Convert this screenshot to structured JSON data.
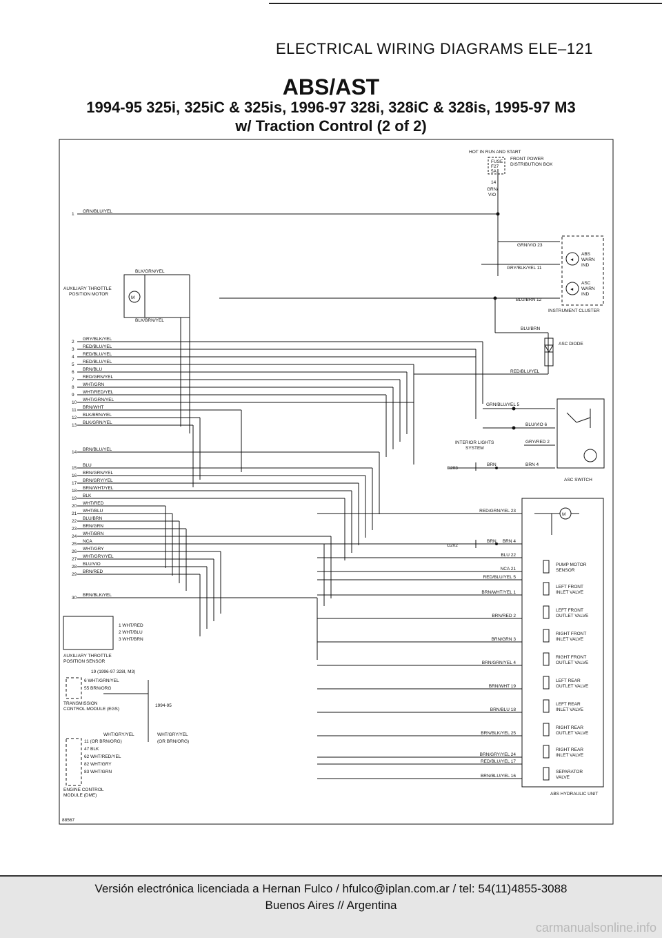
{
  "header": {
    "running_title": "ELECTRICAL WIRING DIAGRAMS ELE–121",
    "title": "ABS/AST",
    "subtitle_line1": "1994-95 325i, 325iC & 325is, 1996-97 328i, 328iC & 328is, 1995-97 M3",
    "subtitle_line2": "w/ Traction Control (2 of 2)"
  },
  "left_wires": [
    {
      "num": "1",
      "color": "GRN/BLU/YEL"
    },
    {
      "num": "2",
      "color": "GRY/BLK/YEL"
    },
    {
      "num": "3",
      "color": "RED/BLU/YEL"
    },
    {
      "num": "4",
      "color": "RED/BLU/YEL"
    },
    {
      "num": "5",
      "color": "RED/BLU/YEL"
    },
    {
      "num": "6",
      "color": "BRN/BLU"
    },
    {
      "num": "7",
      "color": "RED/GRN/YEL"
    },
    {
      "num": "8",
      "color": "WHT/GRN"
    },
    {
      "num": "9",
      "color": "WHT/RED/YEL"
    },
    {
      "num": "10",
      "color": "WHT/GRN/YEL"
    },
    {
      "num": "11",
      "color": "BRN/WHT"
    },
    {
      "num": "12",
      "color": "BLK/BRN/YEL"
    },
    {
      "num": "13",
      "color": "BLK/GRN/YEL"
    },
    {
      "num": "14",
      "color": "BRN/BLU/YEL"
    },
    {
      "num": "15",
      "color": "BLU"
    },
    {
      "num": "16",
      "color": "BRN/GRN/YEL"
    },
    {
      "num": "17",
      "color": "BRN/GRY/YEL"
    },
    {
      "num": "18",
      "color": "BRN/WHT/YEL"
    },
    {
      "num": "19",
      "color": "BLK"
    },
    {
      "num": "20",
      "color": "WHT/RED"
    },
    {
      "num": "21",
      "color": "WHT/BLU"
    },
    {
      "num": "22",
      "color": "BLU/BRN"
    },
    {
      "num": "23",
      "color": "BRN/GRN"
    },
    {
      "num": "24",
      "color": "WHT/BRN"
    },
    {
      "num": "25",
      "color": "NCA"
    },
    {
      "num": "26",
      "color": "WHT/GRY"
    },
    {
      "num": "27",
      "color": "WHT/GRY/YEL"
    },
    {
      "num": "28",
      "color": "BLU/VIO"
    },
    {
      "num": "29",
      "color": "BRN/RED"
    },
    {
      "num": "30",
      "color": "BRN/BLK/YEL"
    }
  ],
  "hydraulic_pins": [
    {
      "color": "RED/GRN/YEL",
      "pin": "23"
    },
    {
      "color": "BRN",
      "pin": "4"
    },
    {
      "color": "BLU",
      "pin": "22"
    },
    {
      "color": "NCA",
      "pin": "21"
    },
    {
      "color": "RED/BLU/YEL",
      "pin": "5"
    },
    {
      "color": "BRN/WHT/YEL",
      "pin": "1"
    },
    {
      "color": "BRN/RED",
      "pin": "2"
    },
    {
      "color": "BRN/GRN",
      "pin": "3"
    },
    {
      "color": "BRN/GRN/YEL",
      "pin": "4"
    },
    {
      "color": "BRN/WHT",
      "pin": "19"
    },
    {
      "color": "BRN/BLU",
      "pin": "18"
    },
    {
      "color": "BRN/BLK/YEL",
      "pin": "25"
    },
    {
      "color": "BRN/GRY/YEL",
      "pin": "24"
    },
    {
      "color": "RED/BLU/YEL",
      "pin": "17"
    },
    {
      "color": "BRN/BLU/YEL",
      "pin": "16"
    }
  ],
  "valves": [
    {
      "line1": "PUMP MOTOR",
      "line2": "SENSOR"
    },
    {
      "line1": "LEFT FRONT",
      "line2": "INLET VALVE"
    },
    {
      "line1": "LEFT FRONT",
      "line2": "OUTLET VALVE"
    },
    {
      "line1": "RIGHT FRONT",
      "line2": "INLET VALVE"
    },
    {
      "line1": "RIGHT FRONT",
      "line2": "OUTLET VALVE"
    },
    {
      "line1": "LEFT REAR",
      "line2": "OUTLET VALVE"
    },
    {
      "line1": "LEFT REAR",
      "line2": "INLET VALVE"
    },
    {
      "line1": "RIGHT REAR",
      "line2": "OUTLET VALVE"
    },
    {
      "line1": "RIGHT REAR",
      "line2": "INLET VALVE"
    },
    {
      "line1": "SEPARATOR",
      "line2": "VALVE"
    }
  ],
  "labels": {
    "hot_in_run": "HOT IN RUN AND START",
    "fuse": "FUSE",
    "fuse_id": "F27",
    "fuse_amp": "5A",
    "front_power_1": "FRONT POWER",
    "front_power_2": "DISTRIBUTION BOX",
    "fuse_pin": "14",
    "grn_vio_1": "GRN/",
    "grn_vio_2": "VIO",
    "ic_wire_1": "GRN/VIO 23",
    "ic_wire_2": "GRY/BLK/YEL 11",
    "ic_wire_3": "BLU/BRN 12",
    "abs_warn_1": "ABS",
    "abs_warn_2": "WARN",
    "abs_warn_3": "IND",
    "asc_warn_1": "ASC",
    "asc_warn_2": "WARN",
    "asc_warn_3": "IND",
    "instrument_cluster": "INSTRUMENT CLUSTER",
    "blu_brn": "BLU/BRN",
    "asc_diode": "ASC DIODE",
    "red_blu_yel": "RED/BLU/YEL",
    "sw_wire_1": "GRN/BLU/YEL 5",
    "sw_wire_2": "BLU/VIO 6",
    "sw_wire_3": "GRY/RED 2",
    "sw_wire_4": "BRN 4",
    "interior_lights_1": "INTERIOR LIGHTS",
    "interior_lights_2": "SYSTEM",
    "g203": "G203",
    "brn": "BRN",
    "asc_switch": "ASC SWITCH",
    "g202": "G202",
    "blk_grn_yel": "BLK/GRN/YEL",
    "blk_brn_yel": "BLK/BRN/YEL",
    "aux_throttle_motor_1": "AUXILIARY THROTTLE",
    "aux_throttle_motor_2": "POSITION MOTOR",
    "motor_symbol": "M",
    "sensor_pin_1": "1 WHT/RED",
    "sensor_pin_2": "2 WHT/BLU",
    "sensor_pin_3": "3 WHT/BRN",
    "aux_sensor_1": "AUXILIARY THROTTLE",
    "aux_sensor_2": "POSITION SENSOR",
    "egs_note": "19 (1996-97 328I, M3)",
    "egs_pin_6": "6 WHT/GRN/YEL",
    "egs_pin_55": "55 BRN/ORG",
    "egs_1": "TRANSMISSION",
    "egs_2": "CONTROL MODULE (EGS)",
    "egs_years": "1994-95",
    "dme_wire_11": "WHT/GRY/YEL",
    "dme_wire_11b": "11 (OR BRN/ORG)",
    "dme_wire_alt": "WHT/GRY/YEL",
    "dme_wire_altb": "(OR BRN/ORG)",
    "dme_pin_47": "47 BLK",
    "dme_pin_62": "62 WHT/RED/YEL",
    "dme_pin_82": "82 WHT/GRY",
    "dme_pin_83": "83 WHT/GRN",
    "dme_1": "ENGINE CONTROL",
    "dme_2": "MODULE (DME)",
    "abs_unit": "ABS HYDRAULIC UNIT",
    "ref": "88567"
  },
  "footer": {
    "license_line1": "Versión electrónica licenciada a Hernan Fulco / hfulco@iplan.com.ar / tel: 54(11)4855-3088",
    "license_line2": "Buenos Aires // Argentina",
    "watermark": "carmanualsonline.info"
  }
}
